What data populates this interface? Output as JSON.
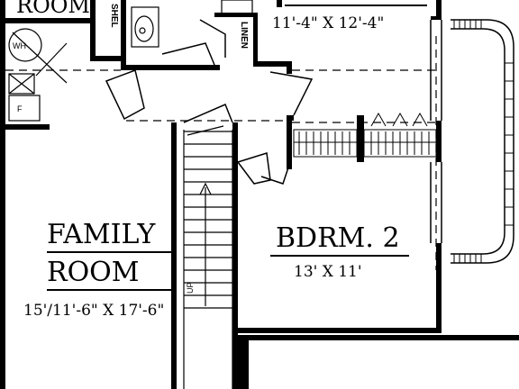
{
  "plan": {
    "rooms": {
      "top_left_room": {
        "name": "ROOM"
      },
      "top_right_room": {
        "dims": "11'-4\" X 12'-4\""
      },
      "family_room": {
        "name_line1": "FAMILY",
        "name_line2": "ROOM",
        "dims": "15'/11'-6\" X 17'-6\""
      },
      "bedroom_2": {
        "name": "BDRM. 2",
        "dims": "13' X 11'"
      }
    },
    "labels": {
      "shelf": "SHEL",
      "linen": "LINEN",
      "water_heater": "WH",
      "furnace": "F",
      "stairs_up": "UP"
    }
  }
}
